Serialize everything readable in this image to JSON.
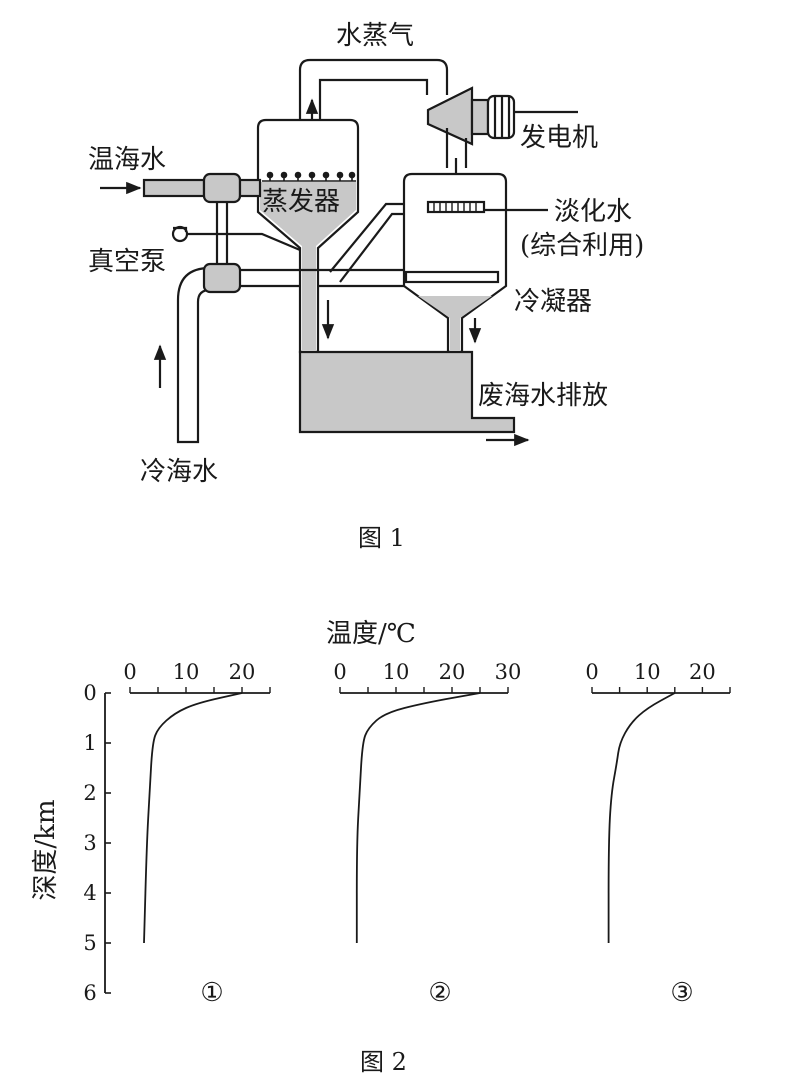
{
  "figure1": {
    "caption": "图 1",
    "labels": {
      "water_vapor": "水蒸气",
      "generator": "发电机",
      "warm_seawater": "温海水",
      "evaporator": "蒸发器",
      "fresh_water_line1": "淡化水",
      "fresh_water_line2": "(综合利用)",
      "vacuum_pump": "真空泵",
      "condenser": "冷凝器",
      "waste_discharge": "废海水排放",
      "cold_seawater": "冷海水"
    }
  },
  "figure2": {
    "caption": "图 2",
    "top_label": "温度/℃",
    "y_label": "深度/km",
    "y_ticks": [
      "0",
      "1",
      "2",
      "3",
      "4",
      "5",
      "6"
    ],
    "colors": {
      "line": "#1a1a1a",
      "fill": "#c8c8c8"
    }
  },
  "chart_data": [
    {
      "type": "line",
      "label": "①",
      "xlabel": "温度/℃",
      "ylabel": "深度/km",
      "x_ticks": [
        "0",
        "10",
        "20"
      ],
      "xlim": [
        0,
        25
      ],
      "ylim": [
        6,
        0
      ],
      "series": [
        {
          "x": [
            20,
            12,
            8,
            5,
            4,
            3.5,
            3,
            2.5
          ],
          "y": [
            0,
            0.2,
            0.4,
            0.7,
            1,
            2,
            3,
            5
          ]
        }
      ]
    },
    {
      "type": "line",
      "label": "②",
      "xlabel": "温度/℃",
      "ylabel": "深度/km",
      "x_ticks": [
        "0",
        "10",
        "20",
        "30"
      ],
      "xlim": [
        0,
        30
      ],
      "ylim": [
        6,
        0
      ],
      "series": [
        {
          "x": [
            25,
            15,
            8,
            5,
            4,
            3.5,
            3,
            3
          ],
          "y": [
            0,
            0.2,
            0.4,
            0.7,
            1,
            2,
            3,
            5
          ]
        }
      ]
    },
    {
      "type": "line",
      "label": "③",
      "xlabel": "温度/℃",
      "ylabel": "深度/km",
      "x_ticks": [
        "0",
        "10",
        "20"
      ],
      "xlim": [
        0,
        25
      ],
      "ylim": [
        6,
        0
      ],
      "series": [
        {
          "x": [
            15,
            10,
            7,
            5,
            4.5,
            3.5,
            3,
            3
          ],
          "y": [
            0,
            0.3,
            0.6,
            1,
            1.4,
            2,
            3,
            5
          ]
        }
      ]
    }
  ]
}
